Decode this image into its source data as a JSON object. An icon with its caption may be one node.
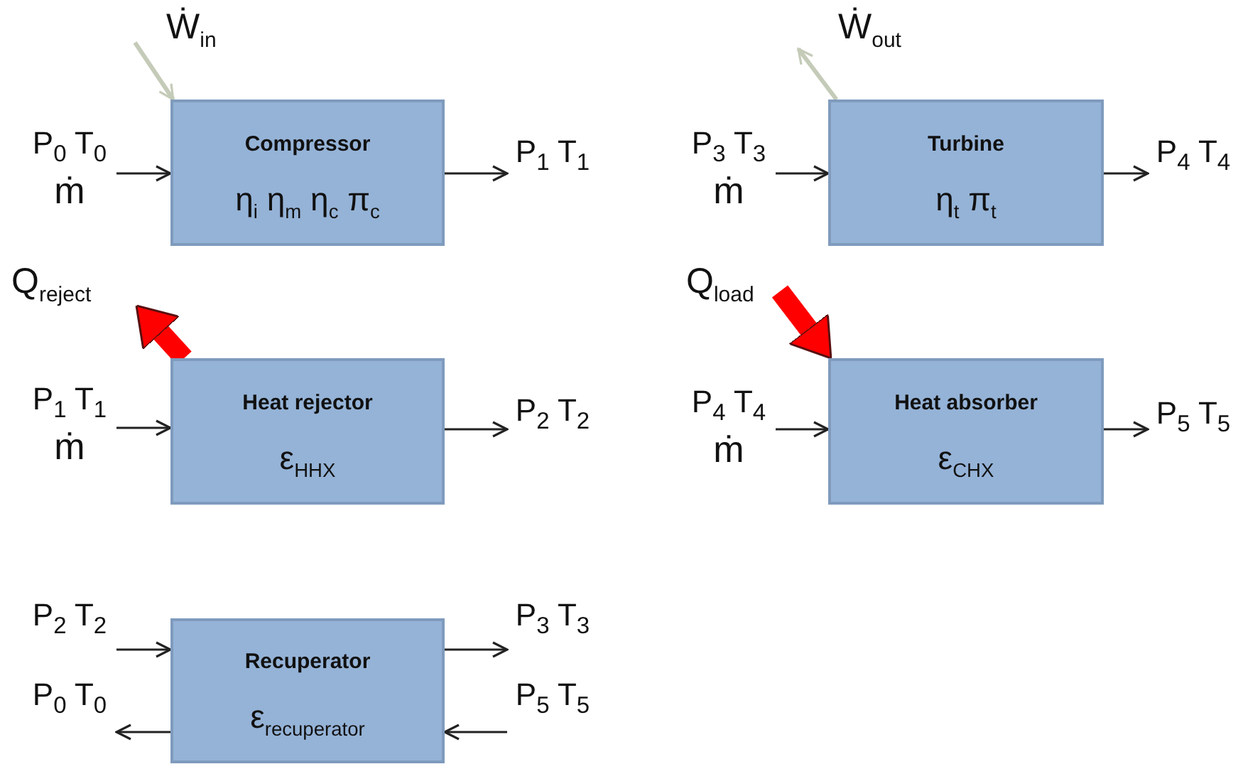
{
  "diagram": {
    "nodes": [
      {
        "text": [
          "Ẇ$_{in}$"
        ]
      },
      {
        "text": [
          "P$_{0}$ T$_{0}$",
          "ṁ"
        ]
      },
      {
        "text": [
          "Compressor",
          "η$_{i}$ η$_{m}$ η$_{c}$ π$_{c}$"
        ]
      },
      {
        "text": [
          "P$_{1}$ T$_{1}$"
        ]
      },
      {
        "text": [
          "Ẇ$_{out}$"
        ]
      },
      {
        "text": [
          "P$_{3}$ T$_{3}$",
          "ṁ"
        ]
      },
      {
        "text": [
          "Turbine",
          "η$_{t}$ π$_{t}$"
        ]
      },
      {
        "text": [
          "P$_{4}$ T$_{4}$"
        ]
      },
      {
        "text": [
          "Q$_{reject}$"
        ]
      },
      {
        "text": [
          "Q$_{load}$"
        ]
      },
      {
        "text": [
          "P$_{1}$ T$_{1}$",
          "ṁ"
        ]
      },
      {
        "text": [
          "Heat rejector",
          "ε$_{HHX}$"
        ]
      },
      {
        "text": [
          "P$_{2}$ T$_{2}$"
        ]
      },
      {
        "text": [
          "P$_{4}$ T$_{4}$",
          "ṁ"
        ]
      },
      {
        "text": [
          "Heat absorber",
          "ε$_{CHX}$"
        ]
      },
      {
        "text": [
          "P$_{5}$ T$_{5}$"
        ]
      },
      {
        "text": [
          "P$_{2}$ T$_{2}$"
        ]
      },
      {
        "text": [
          "Recuperator",
          "ε$_{recuperator}$"
        ]
      },
      {
        "text": [
          "P$_{3}$ T$_{3}$"
        ]
      },
      {
        "text": [
          "P$_{0}$ T$_{0}$"
        ]
      },
      {
        "text": [
          "P$_{5}$ T$_{5}$"
        ]
      }
    ],
    "edges": [
      {
        "from": 0,
        "to": 2,
        "arrow": "to",
        "color": "#c4cbb8"
      },
      {
        "from": 1,
        "to": 2,
        "arrow": "to"
      },
      {
        "from": 2,
        "to": 3,
        "arrow": "to"
      },
      {
        "from": 5,
        "to": 6,
        "arrow": "to"
      },
      {
        "from": 6,
        "to": 7,
        "arrow": "to"
      },
      {
        "from": 6,
        "to": 4,
        "arrow": "to",
        "color": "#c4cbb8"
      },
      {
        "from": 11,
        "to": 8,
        "arrow": "to",
        "style": "thick",
        "color": "#ff0000"
      },
      {
        "from": 9,
        "to": 14,
        "arrow": "to",
        "style": "thick",
        "color": "#ff0000"
      },
      {
        "from": 10,
        "to": 11,
        "arrow": "to"
      },
      {
        "from": 11,
        "to": 12,
        "arrow": "to"
      },
      {
        "from": 13,
        "to": 14,
        "arrow": "to"
      },
      {
        "from": 14,
        "to": 15,
        "arrow": "to"
      },
      {
        "from": 16,
        "to": 17,
        "arrow": "to"
      },
      {
        "from": 17,
        "to": 18,
        "arrow": "to"
      },
      {
        "from": 17,
        "to": 19,
        "arrow": "to"
      },
      {
        "from": 20,
        "to": 17,
        "arrow": "to"
      }
    ]
  }
}
